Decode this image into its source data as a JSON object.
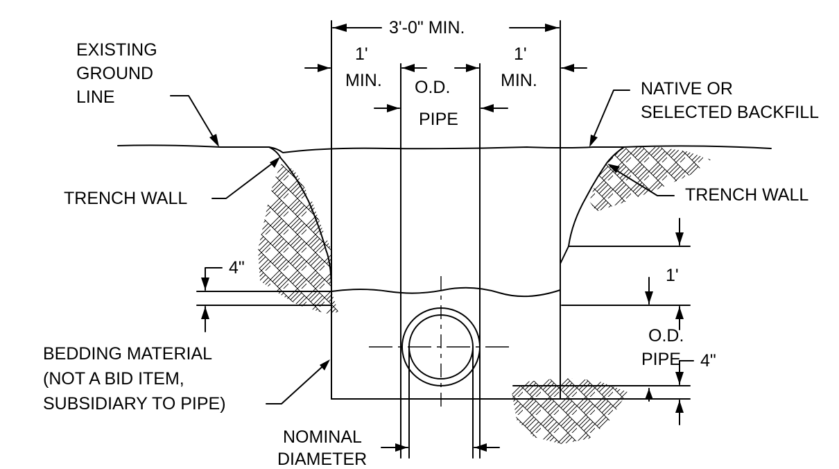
{
  "labels": {
    "top_width": "3'-0\" MIN.",
    "left_clear_1": "1'",
    "left_clear_2": "MIN.",
    "right_clear_1": "1'",
    "right_clear_2": "MIN.",
    "od_pipe_top_1": "O.D.",
    "od_pipe_top_2": "PIPE",
    "existing_1": "EXISTING",
    "existing_2": "GROUND",
    "existing_3": "LINE",
    "native_1": "NATIVE OR",
    "native_2": "SELECTED BACKFILL",
    "trench_wall_left": "TRENCH  WALL",
    "trench_wall_right": "TRENCH  WALL",
    "four_in_left": "4\"",
    "one_ft_right": "1'",
    "od_pipe_right_1": "O.D.",
    "od_pipe_right_2": "PIPE",
    "four_in_right": "4\"",
    "bedding_1": "BEDDING MATERIAL",
    "bedding_2": "(NOT A BID ITEM,",
    "bedding_3": "SUBSIDIARY TO PIPE)",
    "nominal_1": "NOMINAL",
    "nominal_2": "DIAMETER"
  }
}
